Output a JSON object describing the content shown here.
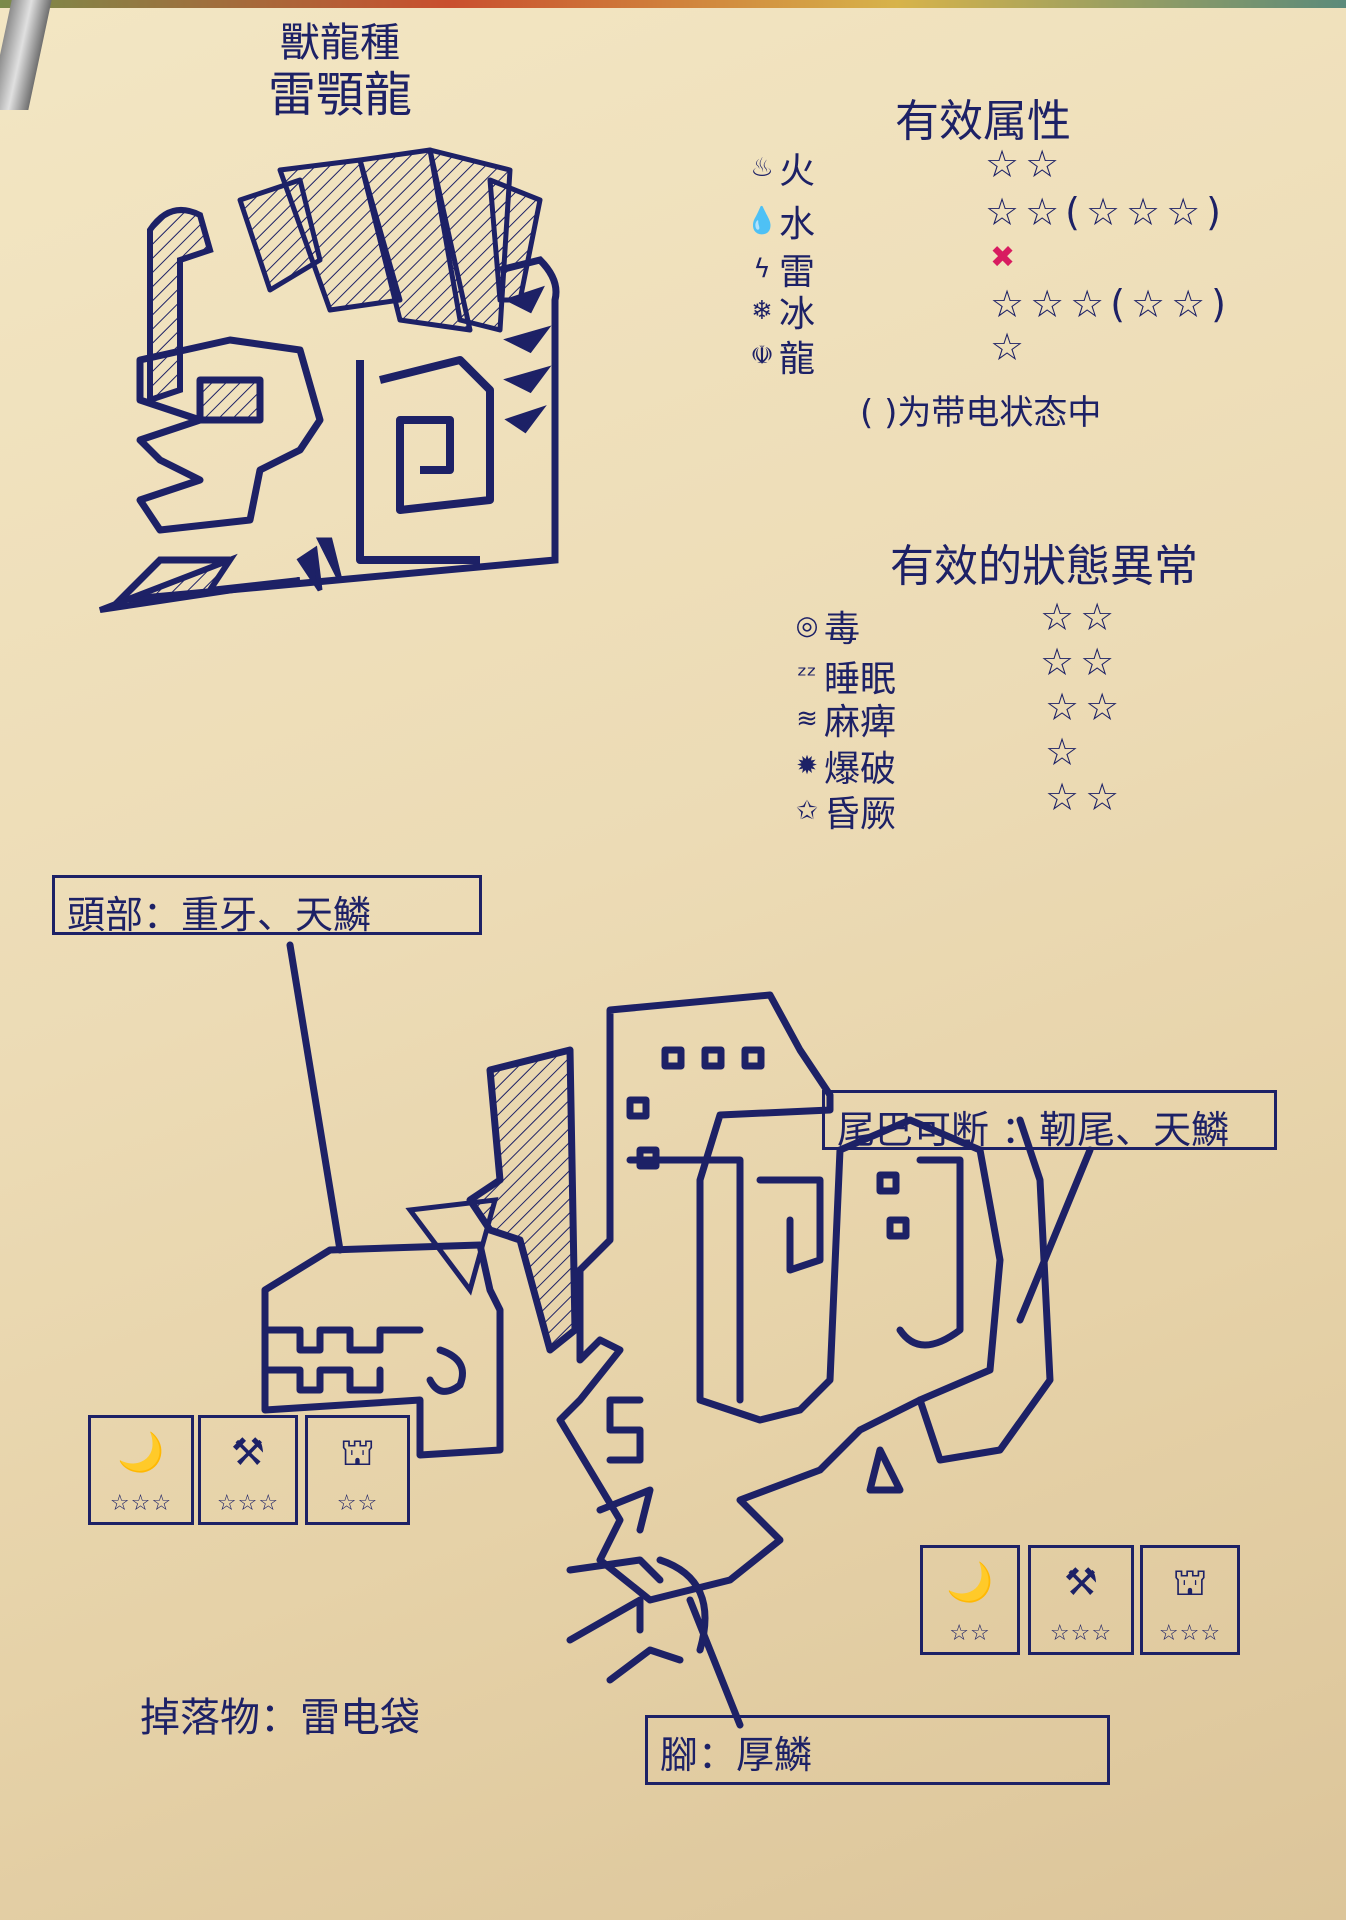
{
  "header": {
    "category": "獸龍種",
    "name": "雷顎龍"
  },
  "weakness": {
    "title": "有效属性",
    "items": [
      {
        "icon": "fire-icon",
        "label": "火",
        "stars": "☆☆"
      },
      {
        "icon": "water-icon",
        "label": "水",
        "stars": "☆☆(☆☆☆)"
      },
      {
        "icon": "thunder-icon",
        "label": "雷",
        "stars": "✖"
      },
      {
        "icon": "ice-icon",
        "label": "冰",
        "stars": "☆☆☆(☆☆)"
      },
      {
        "icon": "dragon-icon",
        "label": "龍",
        "stars": "☆"
      }
    ],
    "note": "( )为带电状态中"
  },
  "status": {
    "title": "有效的狀態異常",
    "items": [
      {
        "icon": "poison-icon",
        "label": "毒",
        "stars": "☆☆"
      },
      {
        "icon": "sleep-icon",
        "label": "睡眠",
        "stars": "☆☆"
      },
      {
        "icon": "paralysis-icon",
        "label": "麻痺",
        "stars": "☆☆"
      },
      {
        "icon": "blast-icon",
        "label": "爆破",
        "stars": "☆"
      },
      {
        "icon": "stun-icon",
        "label": "昏厥",
        "stars": "☆☆"
      }
    ]
  },
  "parts": {
    "head": "頭部：重牙、天鱗",
    "tail": "尾巴可断 ：靭尾、天鱗",
    "leg": "腳：厚鱗",
    "drop": "掉落物：雷电袋"
  },
  "head_cards": [
    {
      "icon": "blade-icon",
      "glyph": "🌙",
      "stars": "☆☆☆"
    },
    {
      "icon": "hammer-icon",
      "glyph": "⚒",
      "stars": "☆☆☆"
    },
    {
      "icon": "shot-icon",
      "glyph": "⛫",
      "stars": "☆☆"
    }
  ],
  "tail_cards": [
    {
      "icon": "blade-icon",
      "glyph": "🌙",
      "stars": "☆☆"
    },
    {
      "icon": "hammer-icon",
      "glyph": "⚒",
      "stars": "☆☆☆"
    },
    {
      "icon": "shot-icon",
      "glyph": "⛫",
      "stars": "☆☆☆"
    }
  ]
}
